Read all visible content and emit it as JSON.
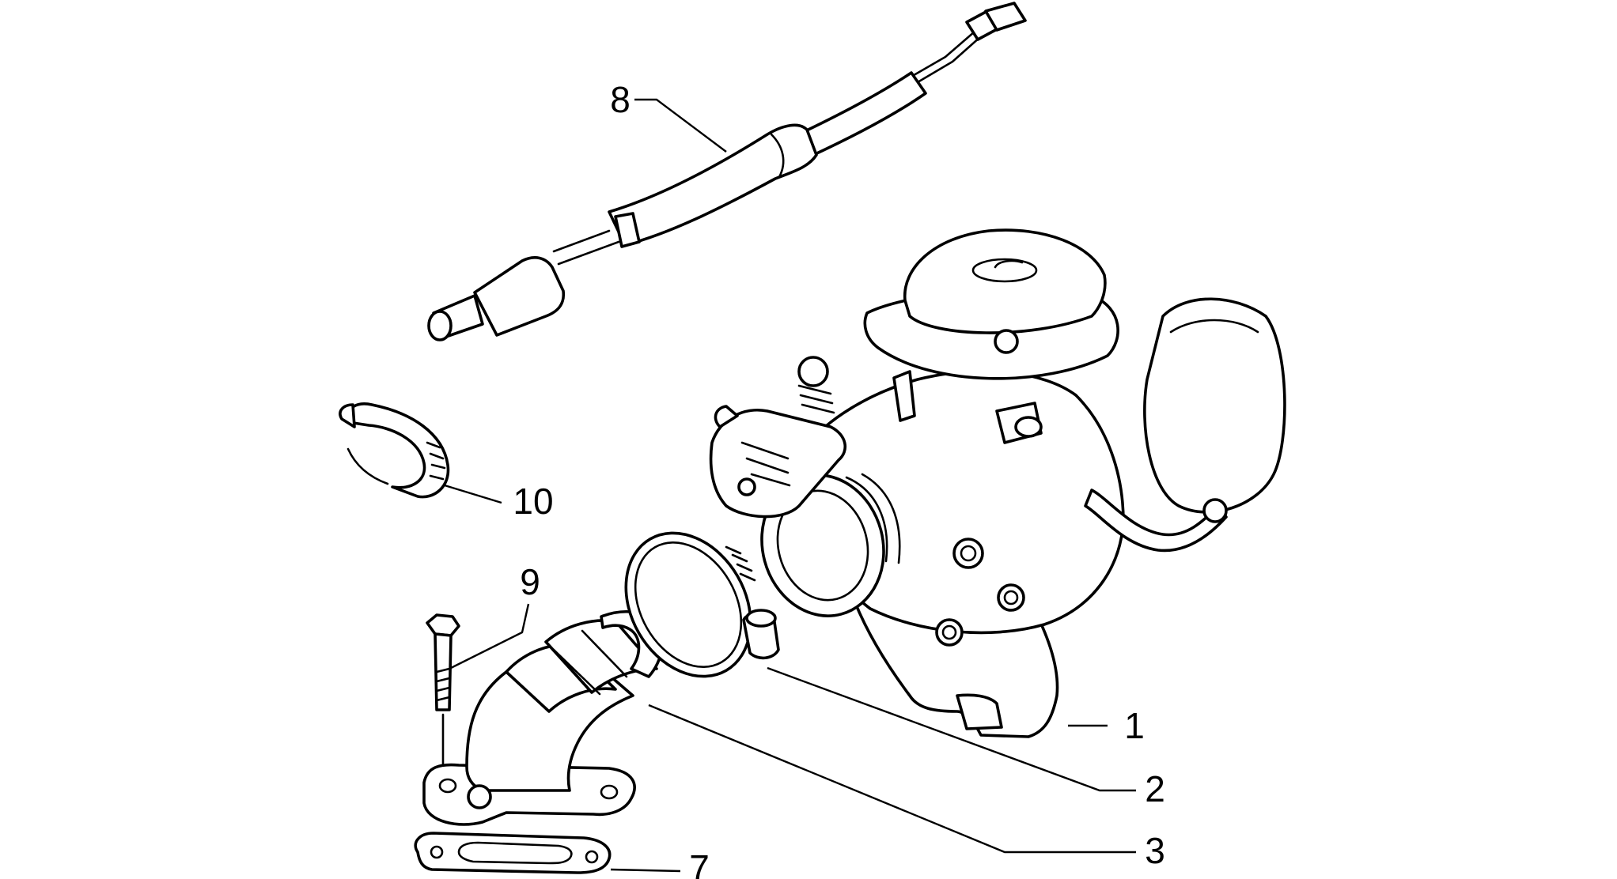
{
  "callouts": [
    {
      "id": "carburettor",
      "label": "1"
    },
    {
      "id": "hose-clamp",
      "label": "2"
    },
    {
      "id": "intake-manifold",
      "label": "3"
    },
    {
      "id": "gasket",
      "label": "7"
    },
    {
      "id": "cable",
      "label": "8"
    },
    {
      "id": "screw",
      "label": "9"
    },
    {
      "id": "clip",
      "label": "10"
    }
  ]
}
